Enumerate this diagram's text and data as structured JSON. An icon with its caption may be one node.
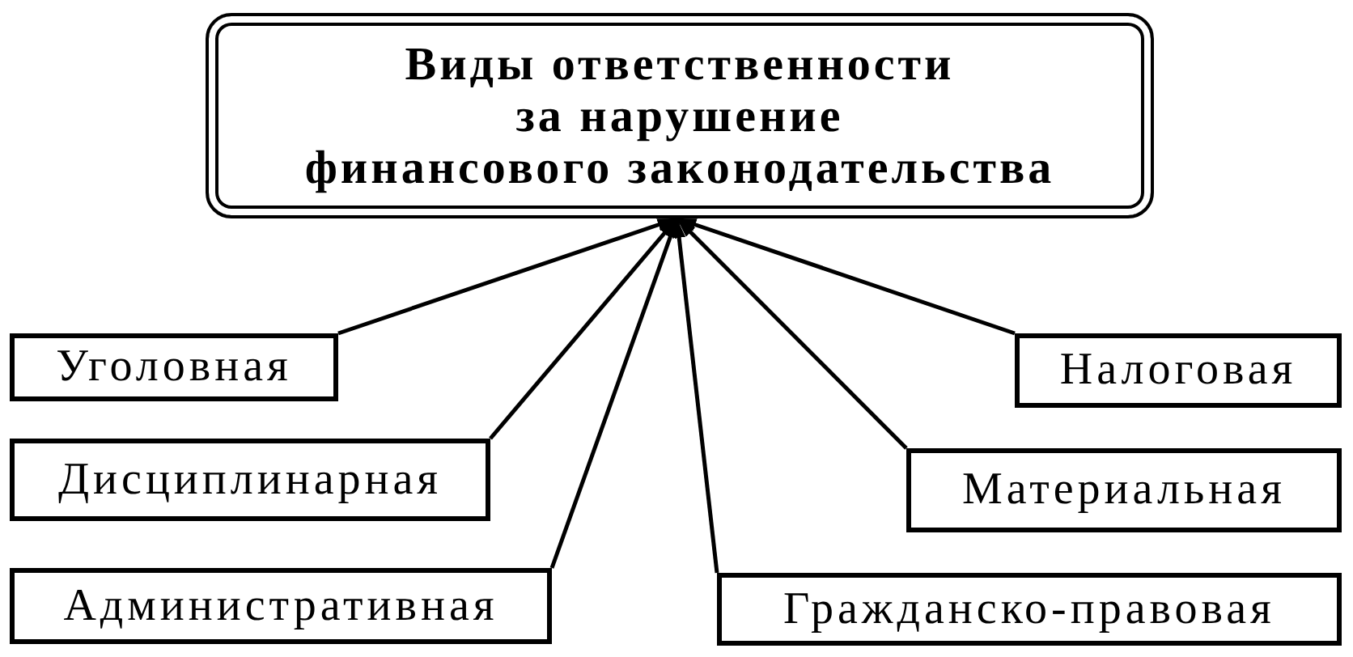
{
  "diagram": {
    "nodes": [
      {
        "text": [
          "Виды ответственности за нарушение финансового законодательства"
        ]
      },
      {
        "text": [
          "Уголовная"
        ]
      },
      {
        "text": [
          "Налоговая"
        ]
      },
      {
        "text": [
          "Дисциплинарная"
        ]
      },
      {
        "text": [
          "Материальная"
        ]
      },
      {
        "text": [
          "Административная"
        ]
      },
      {
        "text": [
          "Гражданско-правовая"
        ]
      }
    ],
    "edges": [
      {
        "from": 1,
        "to": 0,
        "arrow": "to"
      },
      {
        "from": 2,
        "to": 0,
        "arrow": "to"
      },
      {
        "from": 3,
        "to": 0,
        "arrow": "to"
      },
      {
        "from": 4,
        "to": 0,
        "arrow": "to"
      },
      {
        "from": 5,
        "to": 0,
        "arrow": "to"
      },
      {
        "from": 6,
        "to": 0,
        "arrow": "to"
      }
    ]
  }
}
